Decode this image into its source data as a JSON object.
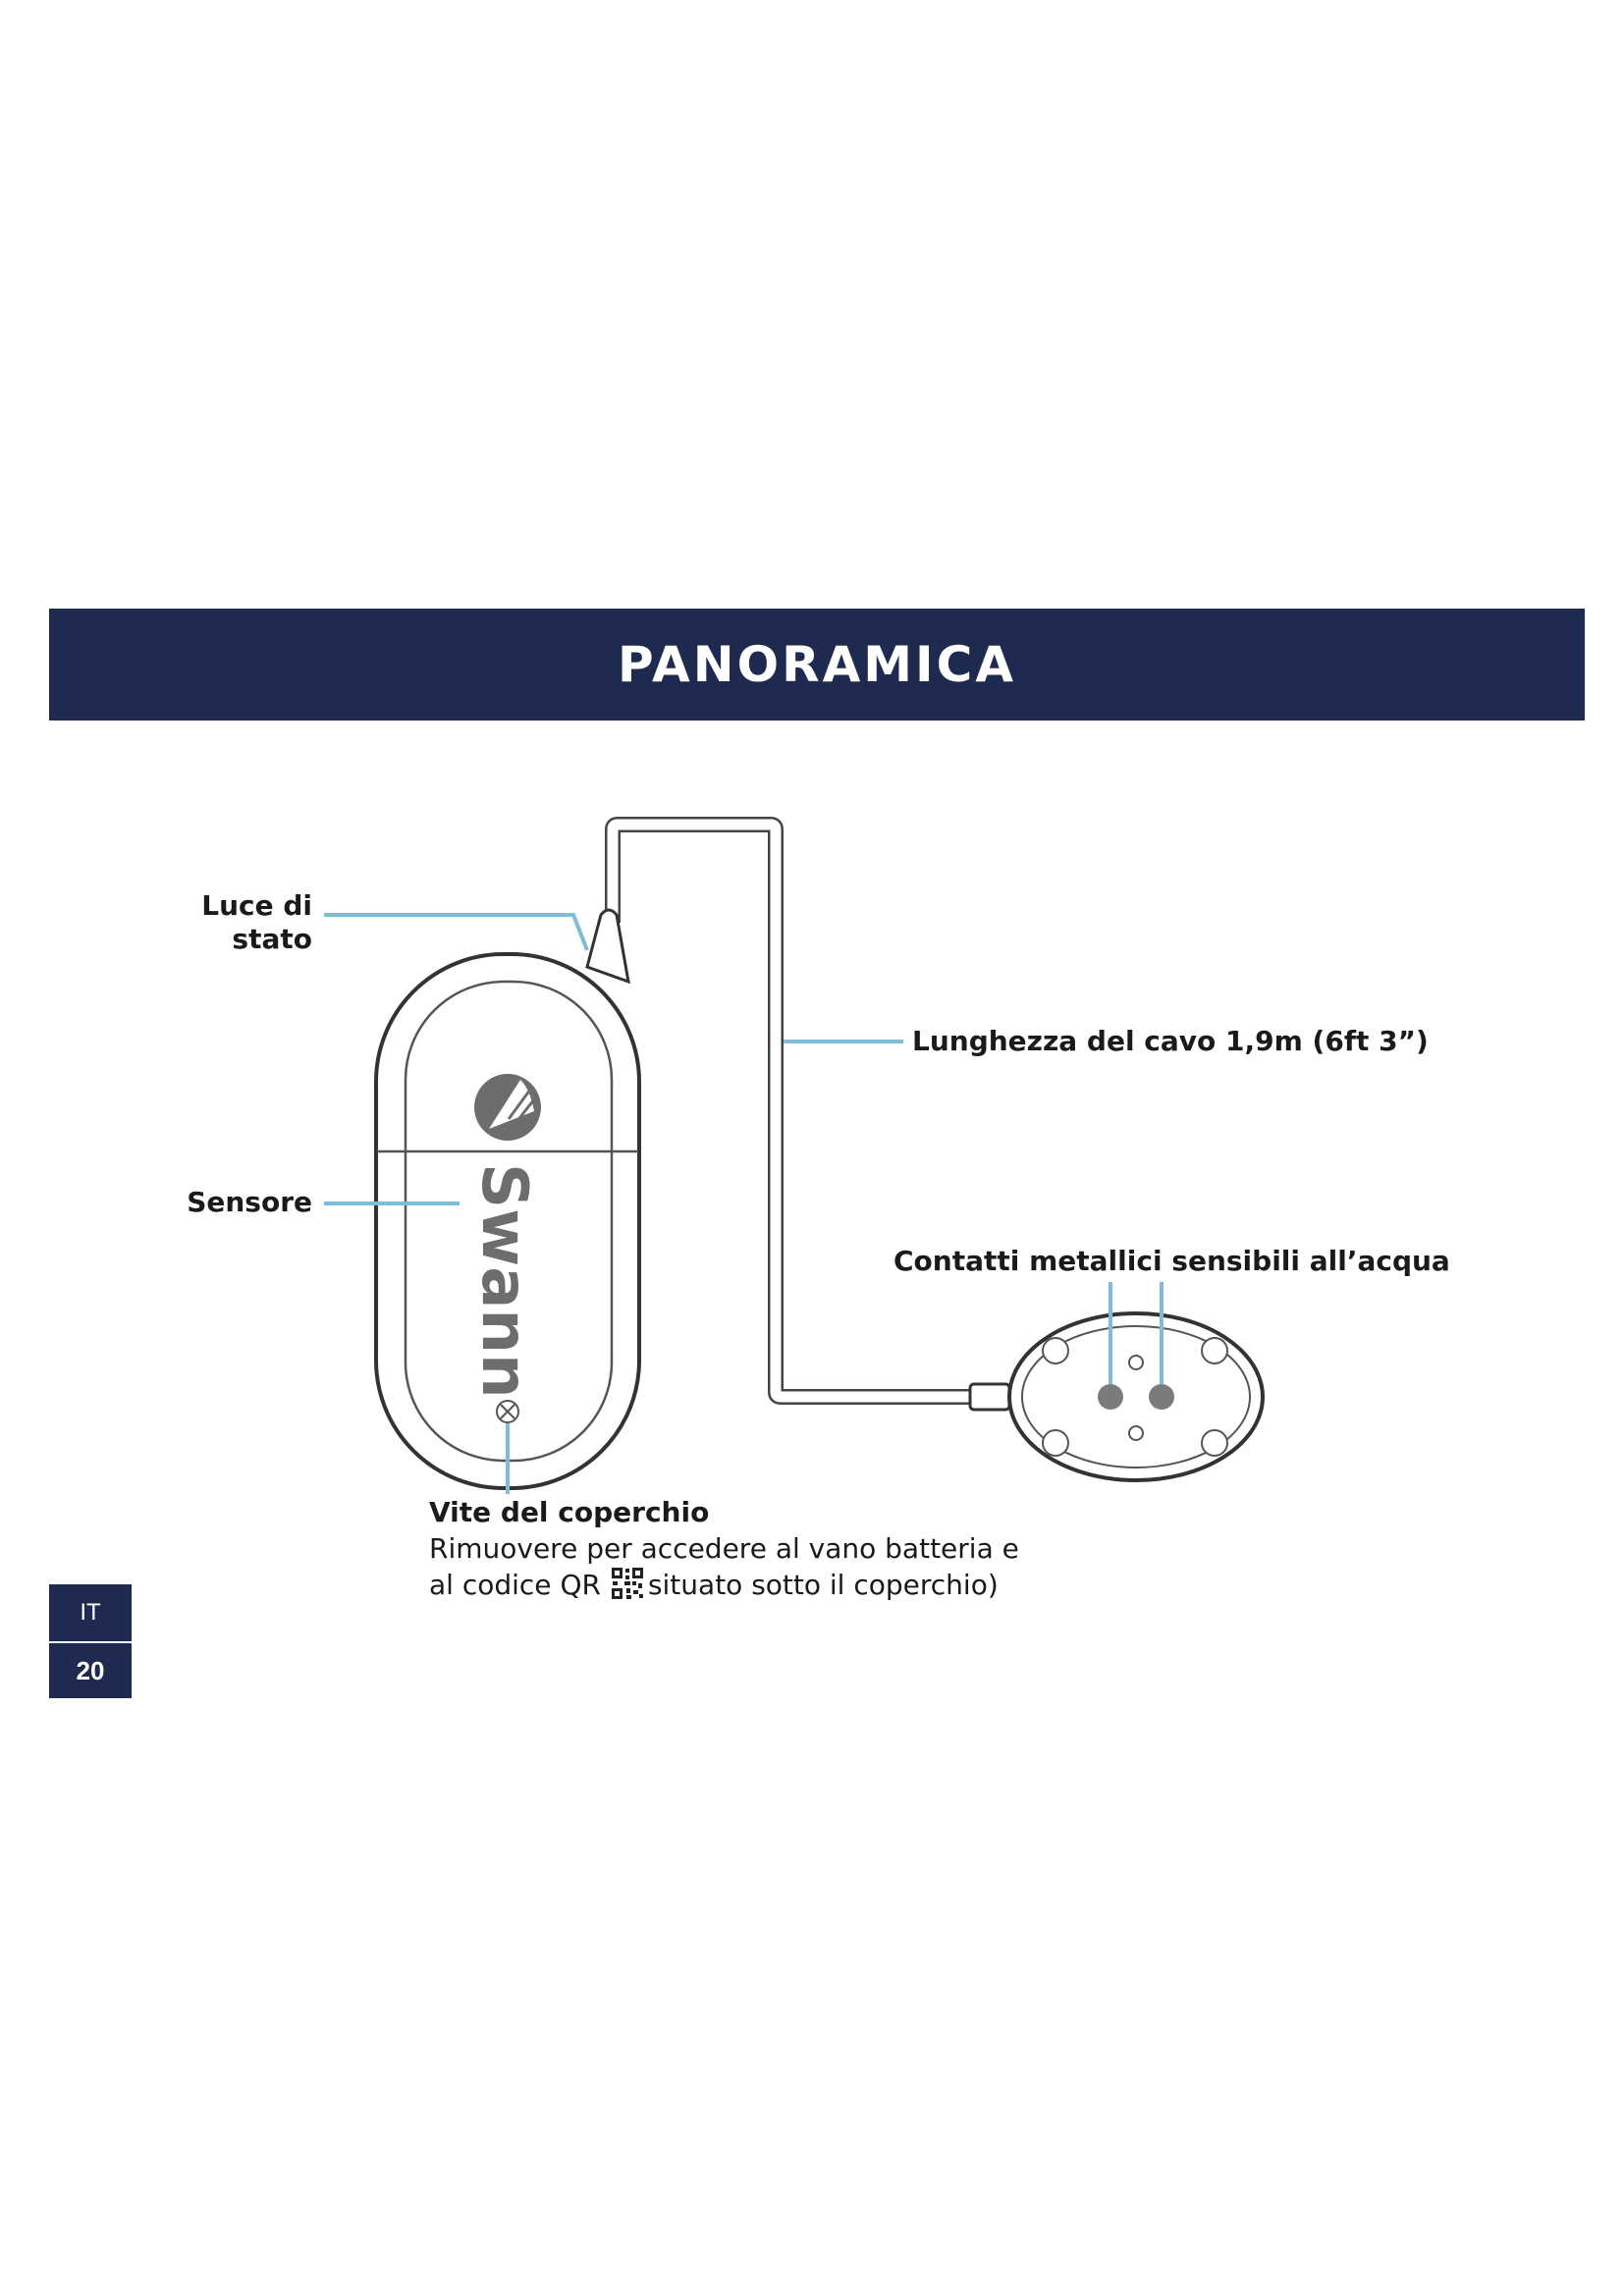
{
  "header": {
    "title": "PANORAMICA"
  },
  "labels": {
    "status_light_line1": "Luce di",
    "status_light_line2": "stato",
    "sensor": "Sensore",
    "cable_length": "Lunghezza del cavo 1,9m (6ft 3”)",
    "metal_contacts": "Contatti metallici sensibili all’acqua",
    "cover_screw_title": "Vite del coperchio",
    "cover_screw_desc_line1": "Rimuovere per accedere al vano batteria e",
    "cover_screw_desc_line2_a": "al codice QR",
    "cover_screw_desc_line2_b": "situato sotto il coperchio)"
  },
  "device": {
    "brand": "Swann"
  },
  "footer": {
    "language": "IT",
    "page_number": "20"
  },
  "colors": {
    "banner": "#1e2a4f",
    "leader": "#7fbcd6",
    "outline": "#333333"
  },
  "icons": {
    "qr": "qr-code-icon",
    "brand_logo": "swann-logo-icon"
  }
}
